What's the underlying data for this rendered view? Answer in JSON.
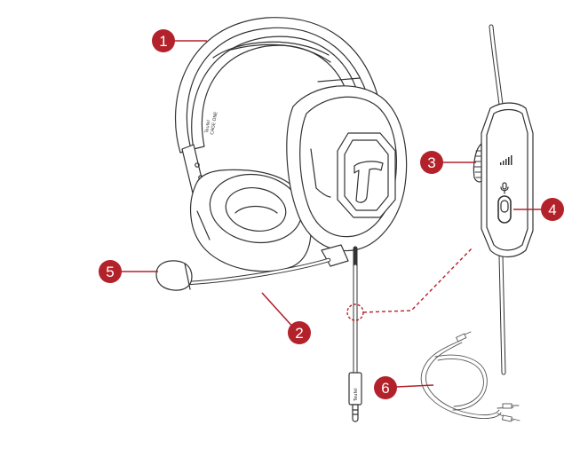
{
  "callouts": [
    {
      "number": "1",
      "part": "headband"
    },
    {
      "number": "2",
      "part": "microphone-boom"
    },
    {
      "number": "3",
      "part": "volume-wheel"
    },
    {
      "number": "4",
      "part": "mic-mute-switch"
    },
    {
      "number": "5",
      "part": "microphone-windscreen"
    },
    {
      "number": "6",
      "part": "splitter-cable"
    }
  ],
  "headset_print": {
    "line1": "Teufel",
    "line2": "CAGE ONE"
  },
  "connector_print": "Teufel",
  "colors": {
    "callout_fill": "#b3222a",
    "leader_line": "#b3222a",
    "outline": "#333333",
    "background": "#ffffff"
  },
  "icons": [
    "volume-bars-icon",
    "microphone-icon",
    "teufel-logo"
  ]
}
